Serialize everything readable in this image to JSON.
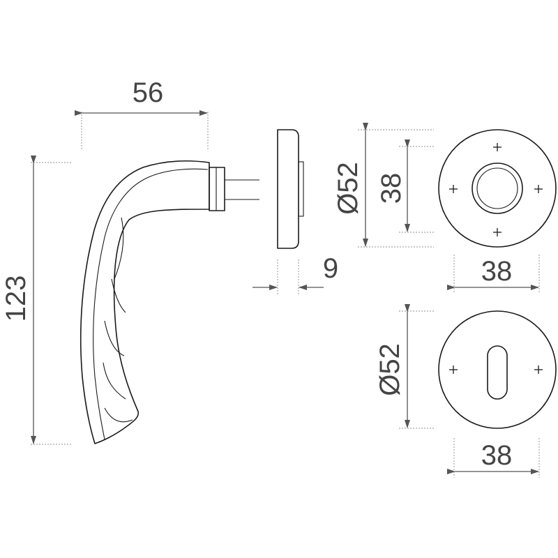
{
  "dimensions": {
    "handle_width": "56",
    "handle_height": "123",
    "rosette_thickness": "9",
    "rose_diameter": "Ø52",
    "rose_inner": "38",
    "rose_width": "38",
    "escutcheon_diameter": "Ø52",
    "escutcheon_width": "38"
  }
}
